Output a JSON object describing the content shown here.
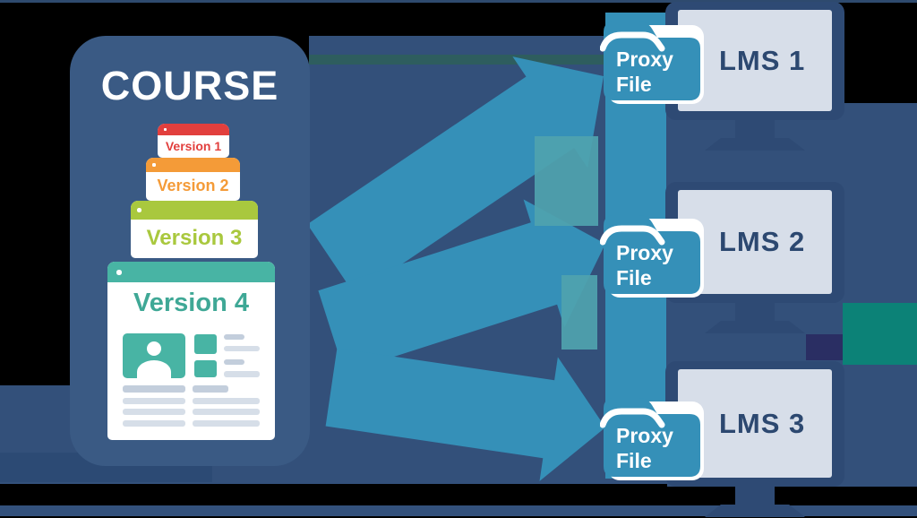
{
  "course": {
    "title": "COURSE",
    "versions": [
      {
        "label": "Version 1",
        "color": "#E23F3D"
      },
      {
        "label": "Version 2",
        "color": "#F49B38"
      },
      {
        "label": "Version 3",
        "color": "#A9C83E"
      },
      {
        "label": "Version 4",
        "color": "#48B4A4"
      }
    ]
  },
  "folders": [
    {
      "line1": "Proxy",
      "line2": "File"
    },
    {
      "line1": "Proxy",
      "line2": "File"
    },
    {
      "line1": "Proxy",
      "line2": "File"
    }
  ],
  "lms": [
    {
      "label": "LMS 1"
    },
    {
      "label": "LMS 2"
    },
    {
      "label": "LMS 3"
    }
  ],
  "colors": {
    "background": "#000000",
    "panel_navy": "#33507A",
    "card_navy": "#3A5A84",
    "arrow_blue": "#3590B8",
    "overlap_teal": "#4FA3AE",
    "monitor_frame": "#2E4A74",
    "monitor_screen": "#D7DEE9",
    "lms_text": "#2C4870",
    "green_block": "#0C8277",
    "indigo_block": "#2A2E63"
  }
}
